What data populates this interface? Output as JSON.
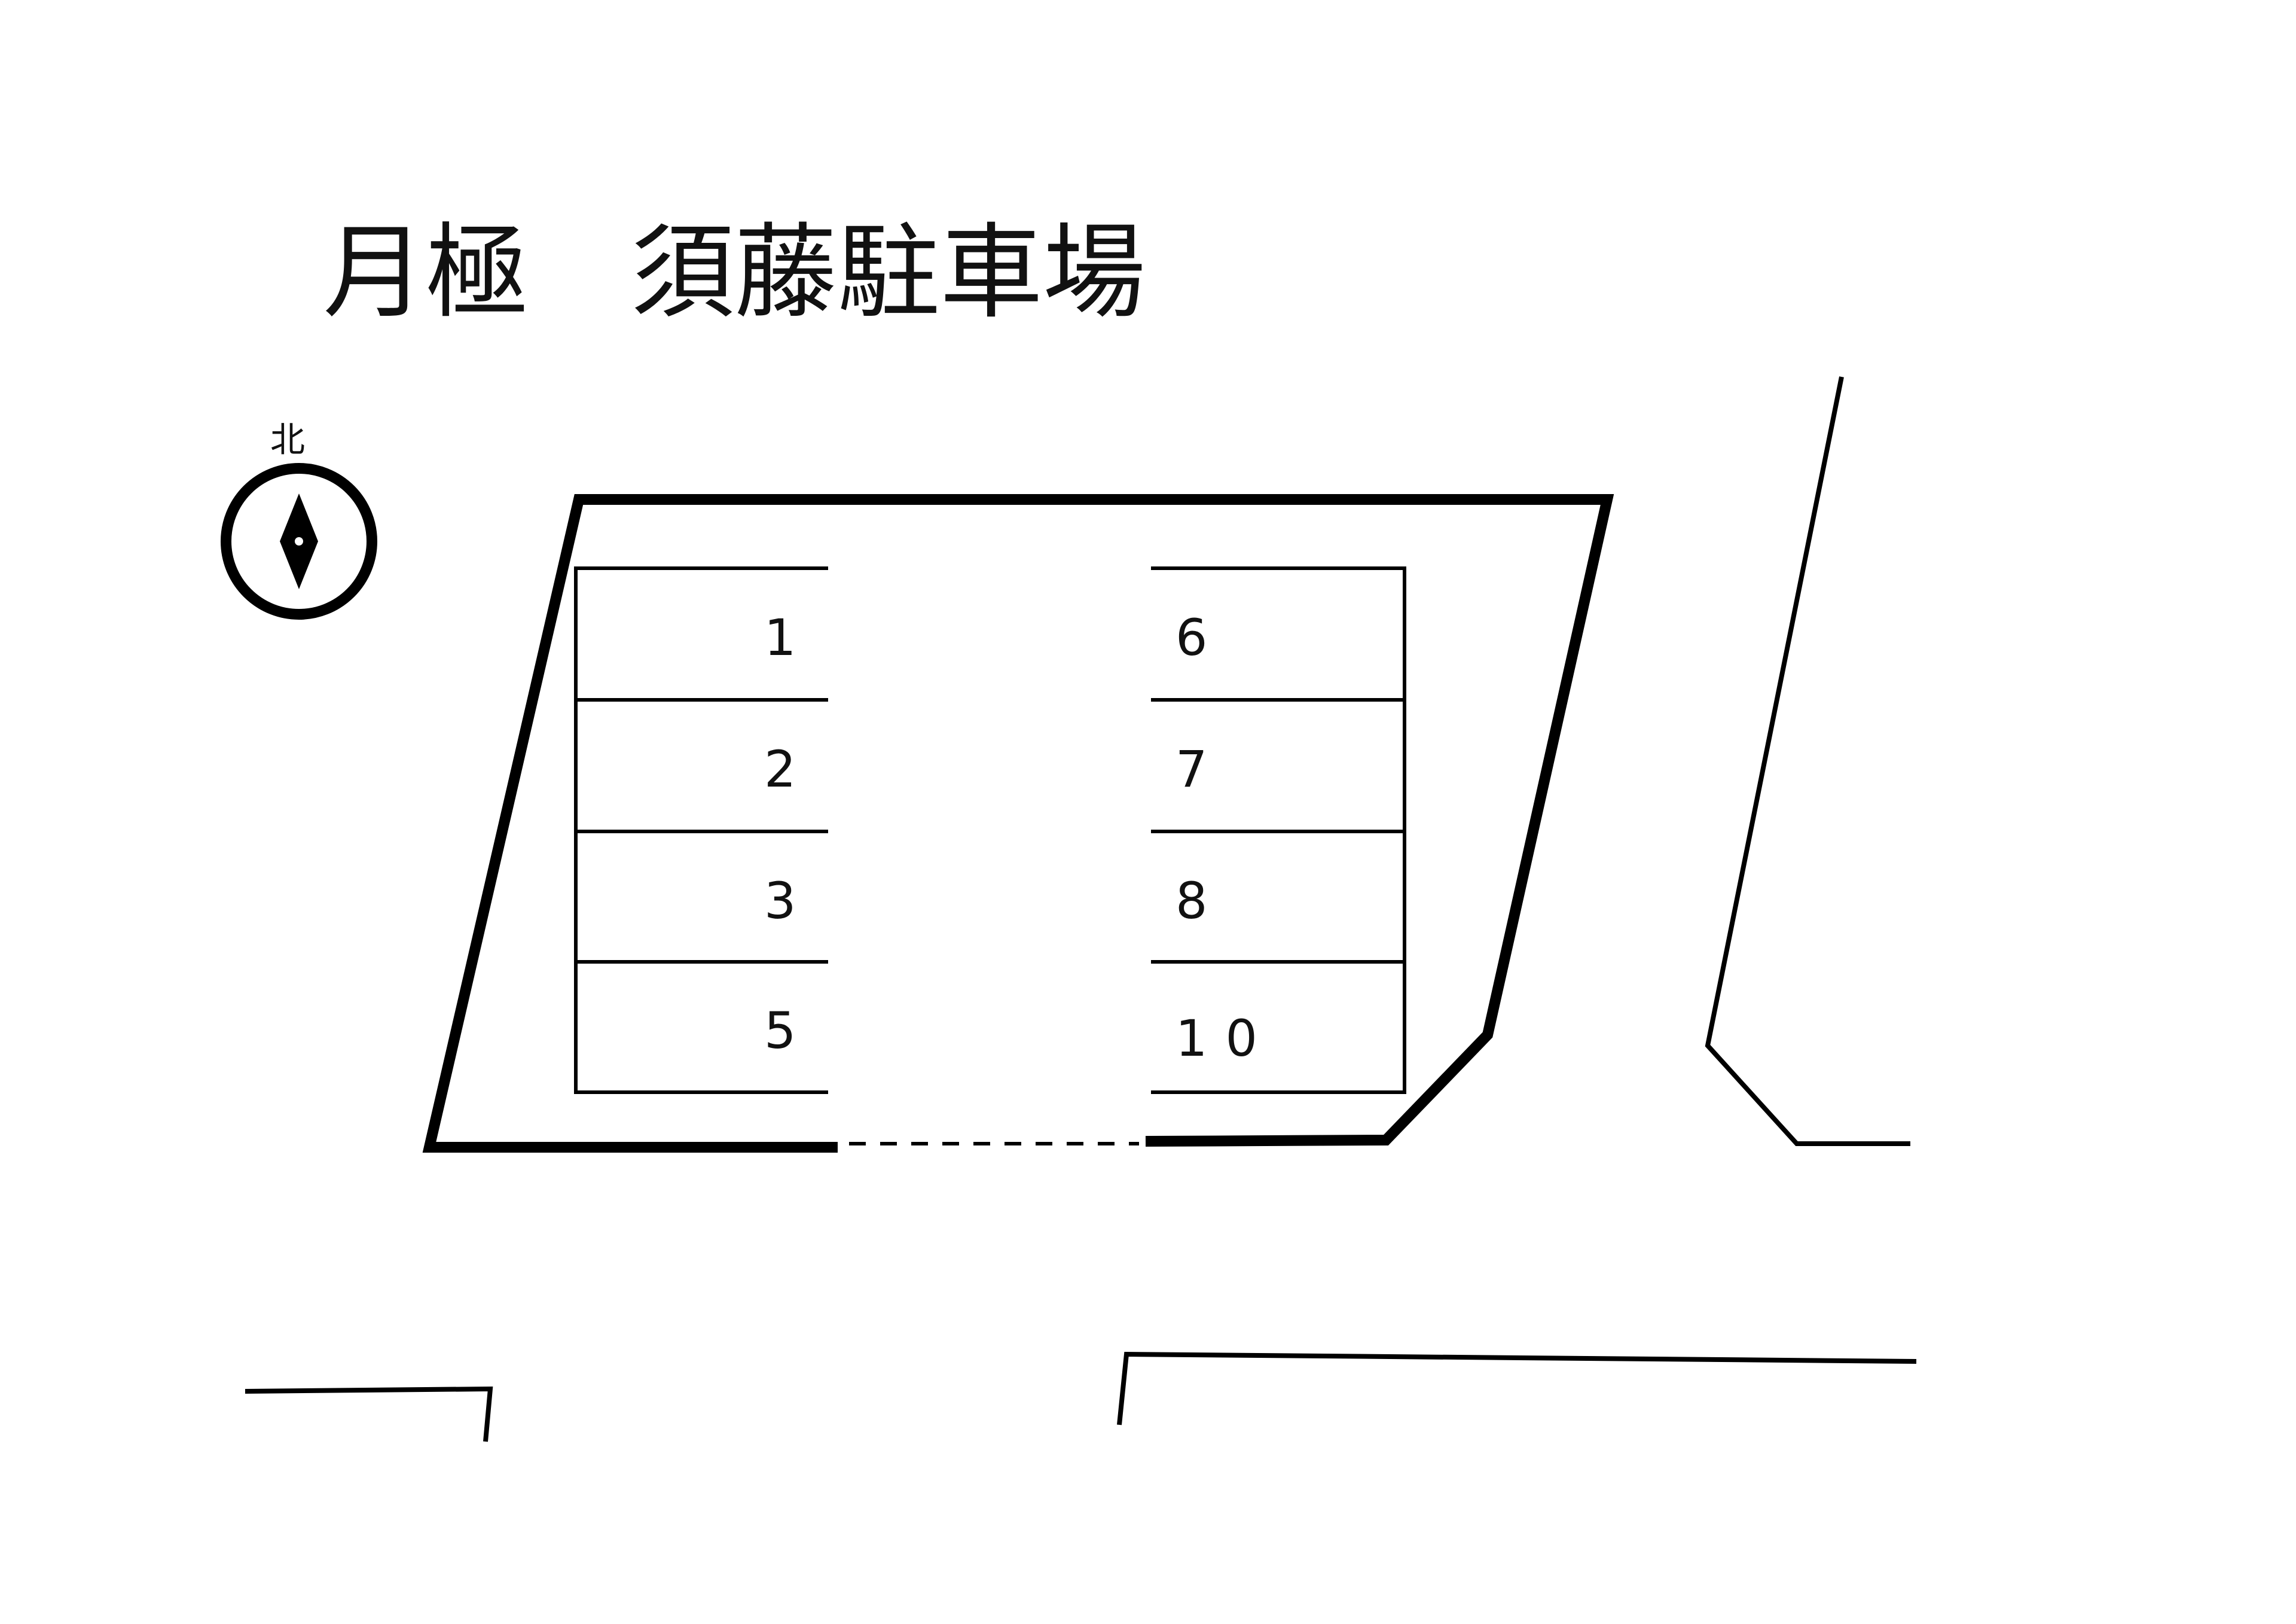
{
  "title": "月極　須藤駐車場",
  "compass": {
    "label": "北",
    "icon": "north-arrow-icon"
  },
  "slots": {
    "left": [
      "1",
      "2",
      "3",
      "5"
    ],
    "right": [
      "6",
      "7",
      "8",
      "10"
    ]
  },
  "entrance": {
    "style": "dashed"
  }
}
